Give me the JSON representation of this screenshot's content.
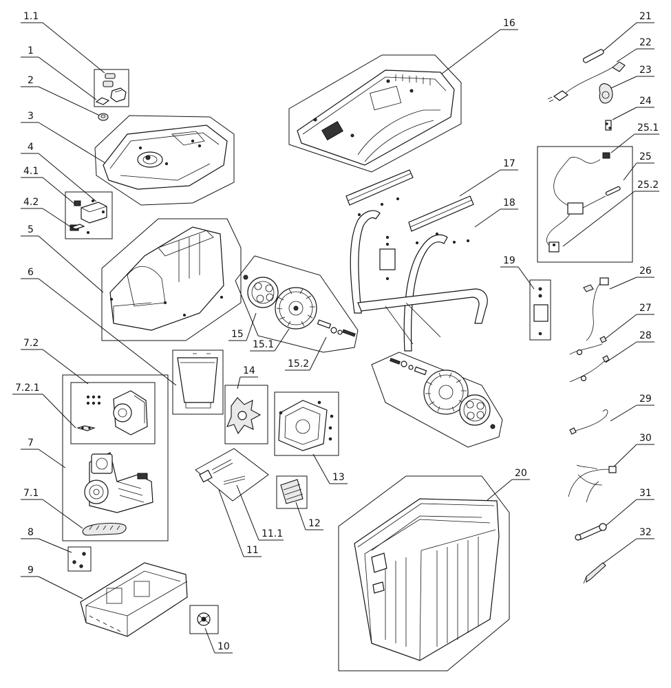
{
  "diagram": {
    "labels": [
      {
        "id": "1.1",
        "text": "1.1"
      },
      {
        "id": "1",
        "text": "1"
      },
      {
        "id": "2",
        "text": "2"
      },
      {
        "id": "3",
        "text": "3"
      },
      {
        "id": "4",
        "text": "4"
      },
      {
        "id": "4.1",
        "text": "4.1"
      },
      {
        "id": "4.2",
        "text": "4.2"
      },
      {
        "id": "5",
        "text": "5"
      },
      {
        "id": "6",
        "text": "6"
      },
      {
        "id": "7.2",
        "text": "7.2"
      },
      {
        "id": "7.2.1",
        "text": "7.2.1"
      },
      {
        "id": "7",
        "text": "7"
      },
      {
        "id": "7.1",
        "text": "7.1"
      },
      {
        "id": "8",
        "text": "8"
      },
      {
        "id": "9",
        "text": "9"
      },
      {
        "id": "10",
        "text": "10"
      },
      {
        "id": "11",
        "text": "11"
      },
      {
        "id": "11.1",
        "text": "11.1"
      },
      {
        "id": "12",
        "text": "12"
      },
      {
        "id": "13",
        "text": "13"
      },
      {
        "id": "14",
        "text": "14"
      },
      {
        "id": "15",
        "text": "15"
      },
      {
        "id": "15.1",
        "text": "15.1"
      },
      {
        "id": "15.2",
        "text": "15.2"
      },
      {
        "id": "16",
        "text": "16"
      },
      {
        "id": "17",
        "text": "17"
      },
      {
        "id": "18",
        "text": "18"
      },
      {
        "id": "19",
        "text": "19"
      },
      {
        "id": "20",
        "text": "20"
      },
      {
        "id": "21",
        "text": "21"
      },
      {
        "id": "22",
        "text": "22"
      },
      {
        "id": "23",
        "text": "23"
      },
      {
        "id": "24",
        "text": "24"
      },
      {
        "id": "25.1",
        "text": "25.1"
      },
      {
        "id": "25",
        "text": "25"
      },
      {
        "id": "25.2",
        "text": "25.2"
      },
      {
        "id": "26",
        "text": "26"
      },
      {
        "id": "27",
        "text": "27"
      },
      {
        "id": "28",
        "text": "28"
      },
      {
        "id": "29",
        "text": "29"
      },
      {
        "id": "30",
        "text": "30"
      },
      {
        "id": "31",
        "text": "31"
      },
      {
        "id": "32",
        "text": "32"
      }
    ]
  }
}
